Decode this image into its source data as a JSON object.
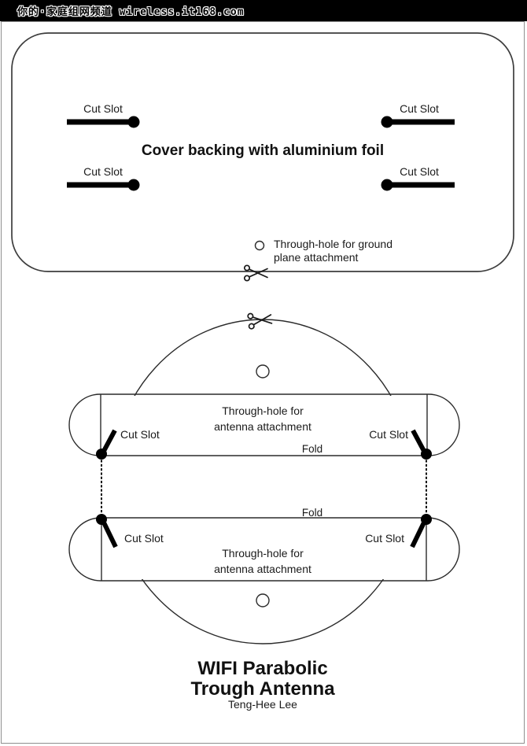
{
  "header": {
    "watermark": "你的·家庭组网频道 wireless.it168.com"
  },
  "colors": {
    "header_bg": "#000000",
    "ink": "#1a1a1a",
    "outline": "#3d3d3d",
    "page_border": "#8f8f8f"
  },
  "icons": {
    "scissors": "✂",
    "through_hole": "○"
  },
  "foil_panel": {
    "title": "Cover backing with aluminium foil",
    "cut_slot_top_left": "Cut Slot",
    "cut_slot_top_right": "Cut Slot",
    "cut_slot_bottom_left": "Cut Slot",
    "cut_slot_bottom_right": "Cut Slot",
    "ground_hole_line1": "Through-hole for ground",
    "ground_hole_line2": "plane attachment"
  },
  "trough_panel": {
    "band_top": {
      "hole_line1": "Through-hole for",
      "hole_line2": "antenna attachment",
      "cut_slot_left": "Cut Slot",
      "cut_slot_right": "Cut Slot",
      "fold": "Fold"
    },
    "band_bottom": {
      "fold": "Fold",
      "cut_slot_left": "Cut Slot",
      "cut_slot_right": "Cut Slot",
      "hole_line1": "Through-hole for",
      "hole_line2": "antenna attachment"
    },
    "title_line1": "WIFI Parabolic",
    "title_line2": "Trough Antenna",
    "author": "Teng-Hee Lee"
  }
}
